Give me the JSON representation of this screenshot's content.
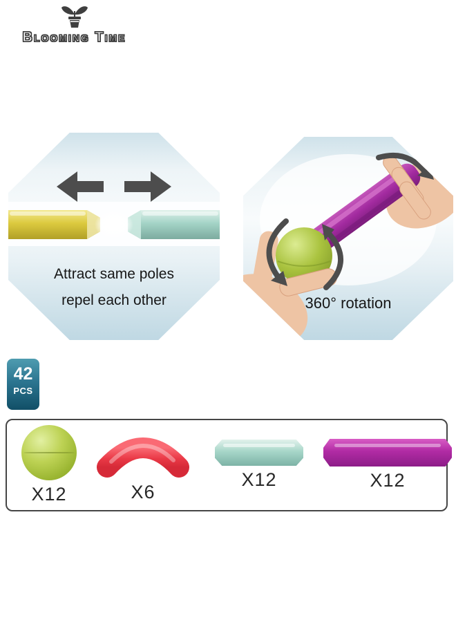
{
  "brand": {
    "name": "Blooming Time"
  },
  "features": {
    "attract": {
      "line1": "Attract same poles",
      "line2": "repel each other"
    },
    "rotation": {
      "label": "360° rotation"
    }
  },
  "pieces_badge": {
    "count": "42",
    "unit": "PCS"
  },
  "parts": {
    "items": [
      {
        "name": "magnetic-ball",
        "quantity": "X12",
        "color": "#a9c13d"
      },
      {
        "name": "curved-bar",
        "quantity": "X6",
        "color": "#ea3a47"
      },
      {
        "name": "short-bar",
        "quantity": "X12",
        "color": "#a4d4c7"
      },
      {
        "name": "long-bar",
        "quantity": "X12",
        "color": "#a32ba0"
      }
    ]
  },
  "colors": {
    "panel_blue": "#c9dde6",
    "arrow_gray": "#4d4d4d",
    "badge_teal_top": "#4f9cb0",
    "badge_teal_bottom": "#114f67"
  }
}
